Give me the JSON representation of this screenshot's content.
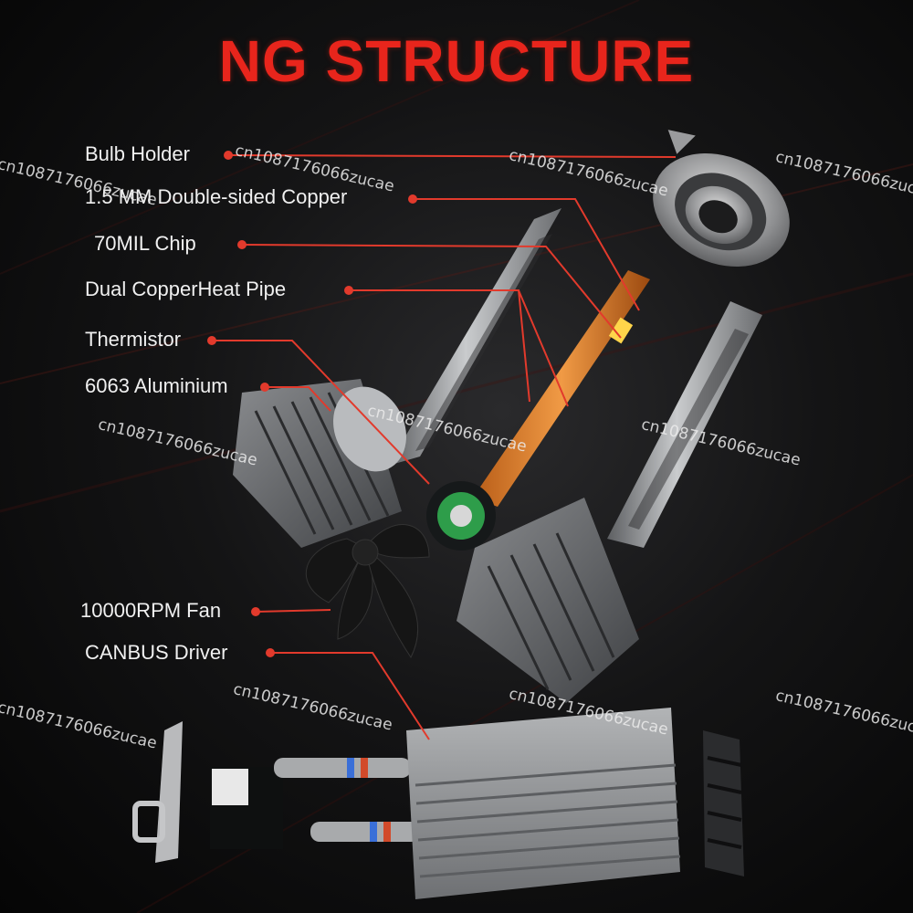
{
  "title": "NG STRUCTURE",
  "labels": [
    "Bulb Holder",
    "1.5 MM Double-sided Copper",
    "70MIL Chip",
    "Dual CopperHeat Pipe",
    "Thermistor",
    "6063 Aluminium",
    "10000RPM Fan",
    "CANBUS Driver"
  ],
  "watermark": "cn1087176066zucae",
  "colors": {
    "title": "#e8251c",
    "callout_line": "#e23a2c",
    "label_text": "#f0f0f0",
    "background": "#121212"
  }
}
